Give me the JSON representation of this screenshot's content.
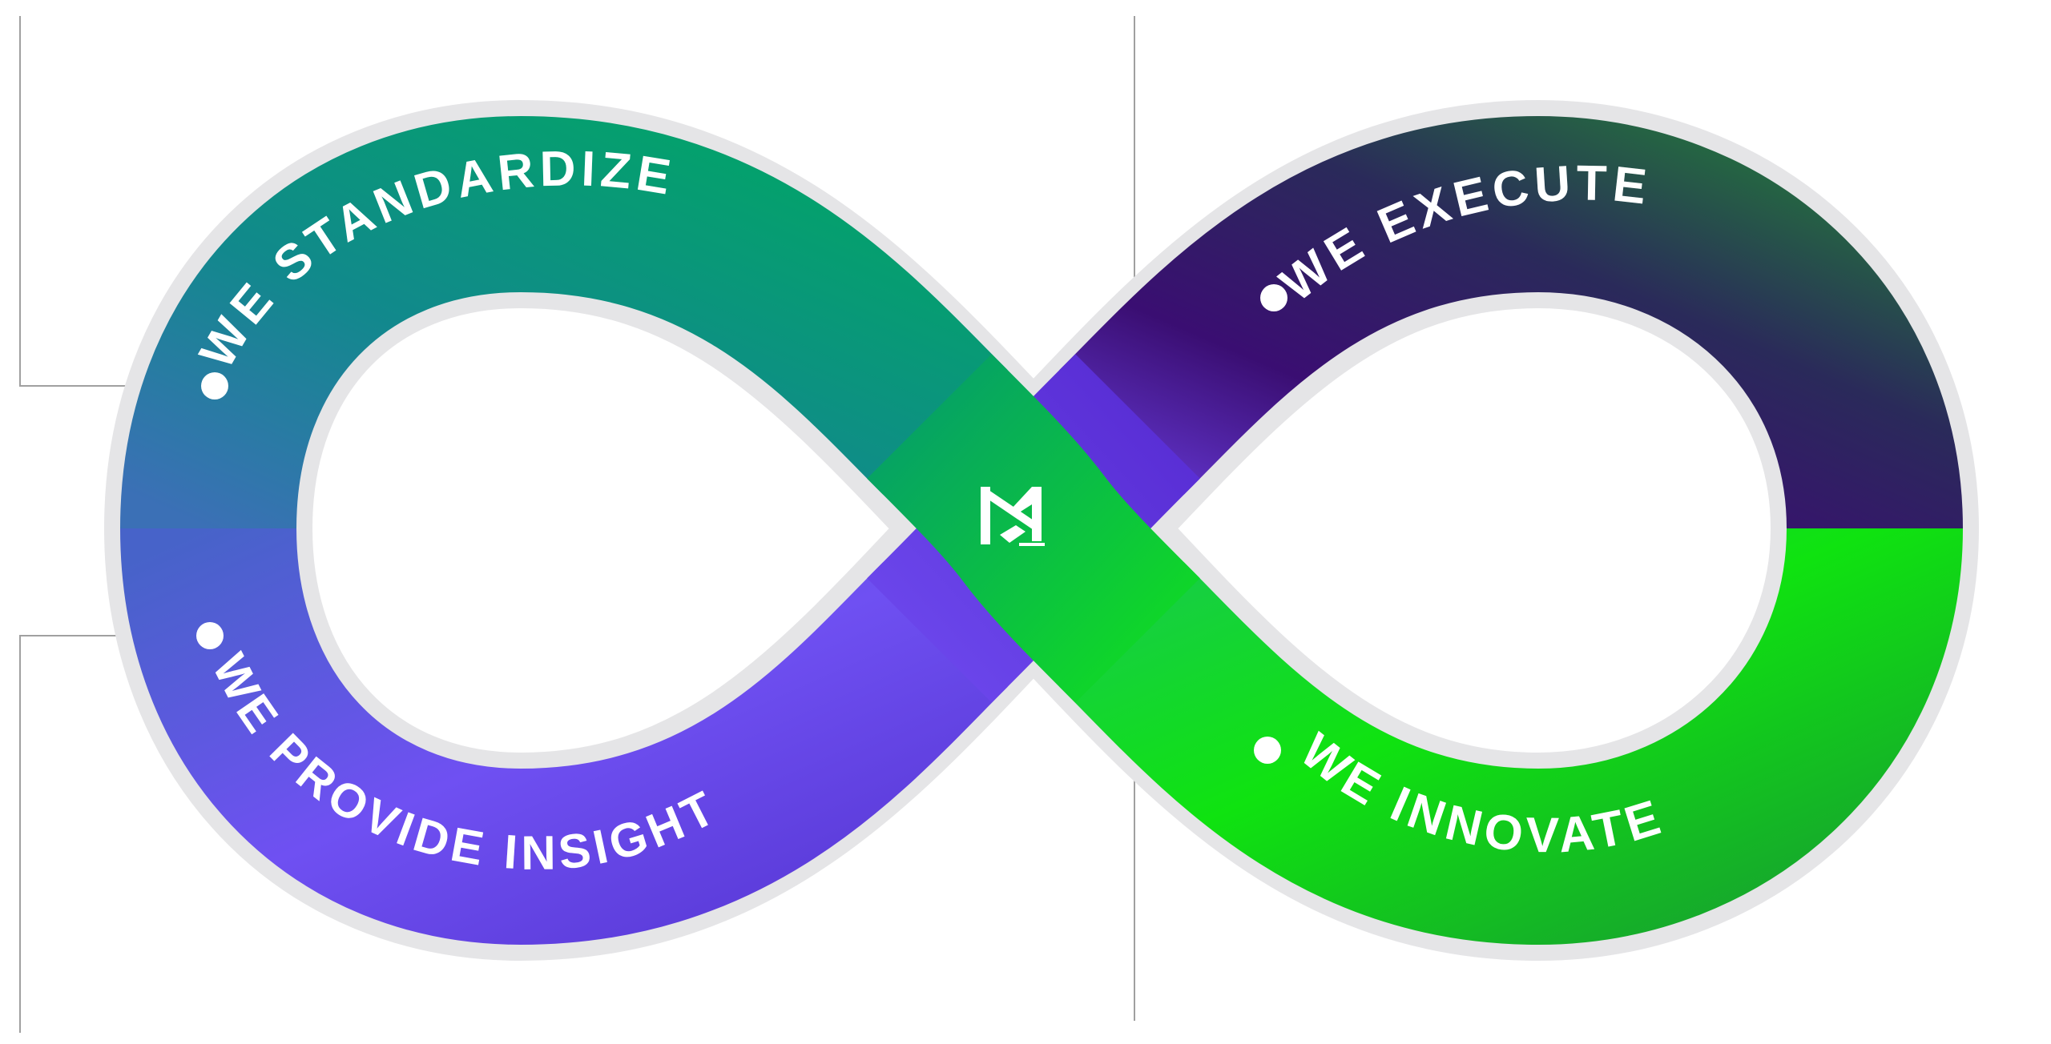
{
  "labels": {
    "standardize": "WE STANDARDIZE",
    "execute": "WE EXECUTE",
    "insight": "WE PROVIDE INSIGHT",
    "innovate": "WE INNOVATE"
  },
  "logo": {
    "icon": "brand-logo-icon"
  },
  "colors": {
    "teal": "#0f8c8a",
    "green_top": "#03a36a",
    "blue": "#3a72b8",
    "violet": "#7650f4",
    "deep_purple": "#330b66",
    "dark_green": "#237a3e",
    "neon_green": "#12e312",
    "band_outline": "#e5e5e7",
    "leader_line": "#a0a0a0",
    "marker": "#ffffff"
  }
}
